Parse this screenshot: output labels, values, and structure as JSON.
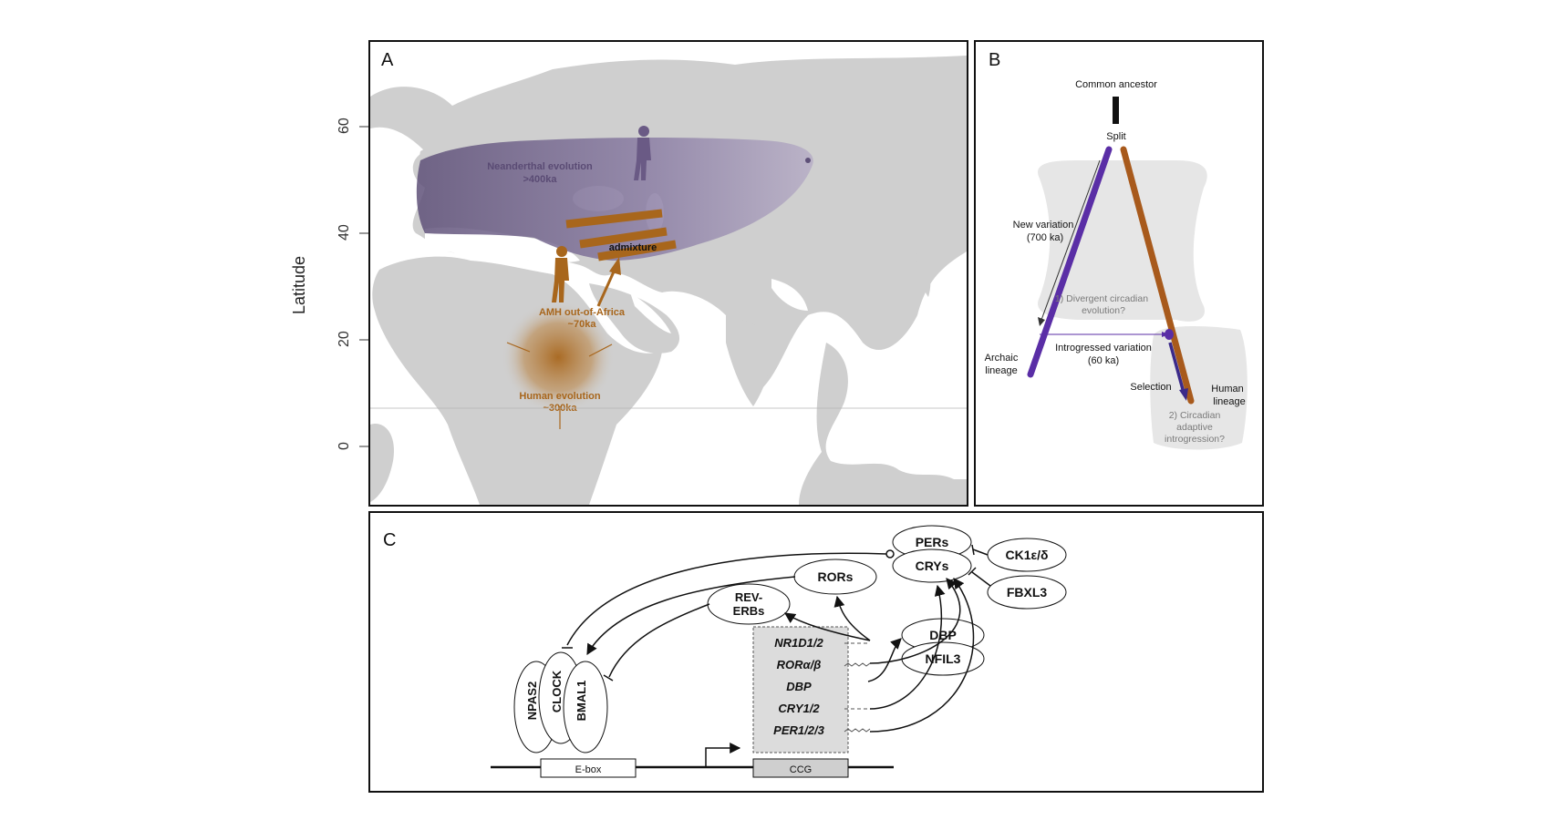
{
  "panelA": {
    "letter": "A",
    "y_axis_label": "Latitude",
    "y_ticks": [
      "60",
      "40",
      "20",
      "0"
    ],
    "neanderthal_label": [
      "Neanderthal evolution",
      ">400ka"
    ],
    "admixture_label": "admixture",
    "amh_label": [
      "AMH out-of-Africa",
      "~70ka"
    ],
    "human_evolution_label": [
      "Human evolution",
      "~300ka"
    ],
    "colors": {
      "neanderthal": "#6a5a85",
      "human": "#a8661c",
      "land": "#cfcfcf",
      "sea": "#ffffff"
    }
  },
  "panelB": {
    "letter": "B",
    "common_ancestor": "Common ancestor",
    "split": "Split",
    "new_variation": [
      "New variation",
      "(700 ka)"
    ],
    "divergent": [
      "1) Divergent circadian",
      "evolution?"
    ],
    "archaic": [
      "Archaic",
      "lineage"
    ],
    "introgressed": [
      "Introgressed variation",
      "(60 ka)"
    ],
    "selection": "Selection",
    "human": [
      "Human",
      "lineage"
    ],
    "adaptive": [
      "2) Circadian",
      "adaptive",
      "introgression?"
    ],
    "colors": {
      "archaic": "#5a2ea6",
      "human": "#a85a1c"
    }
  },
  "panelC": {
    "letter": "C",
    "pers": "PERs",
    "crys": "CRYs",
    "ck1": "CK1ε/δ",
    "fbxl3": "FBXL3",
    "rors": "RORs",
    "reverbs": [
      "REV-",
      "ERBs"
    ],
    "dbp_protein": "DBP",
    "nfil3": "NFIL3",
    "npas2": "NPAS2",
    "clock": "CLOCK",
    "bmal1": "BMAL1",
    "genes": [
      "NR1D1/2",
      "RORα/β",
      "DBP",
      "CRY1/2",
      "PER1/2/3"
    ],
    "ebox": "E-box",
    "ccg": "CCG"
  }
}
